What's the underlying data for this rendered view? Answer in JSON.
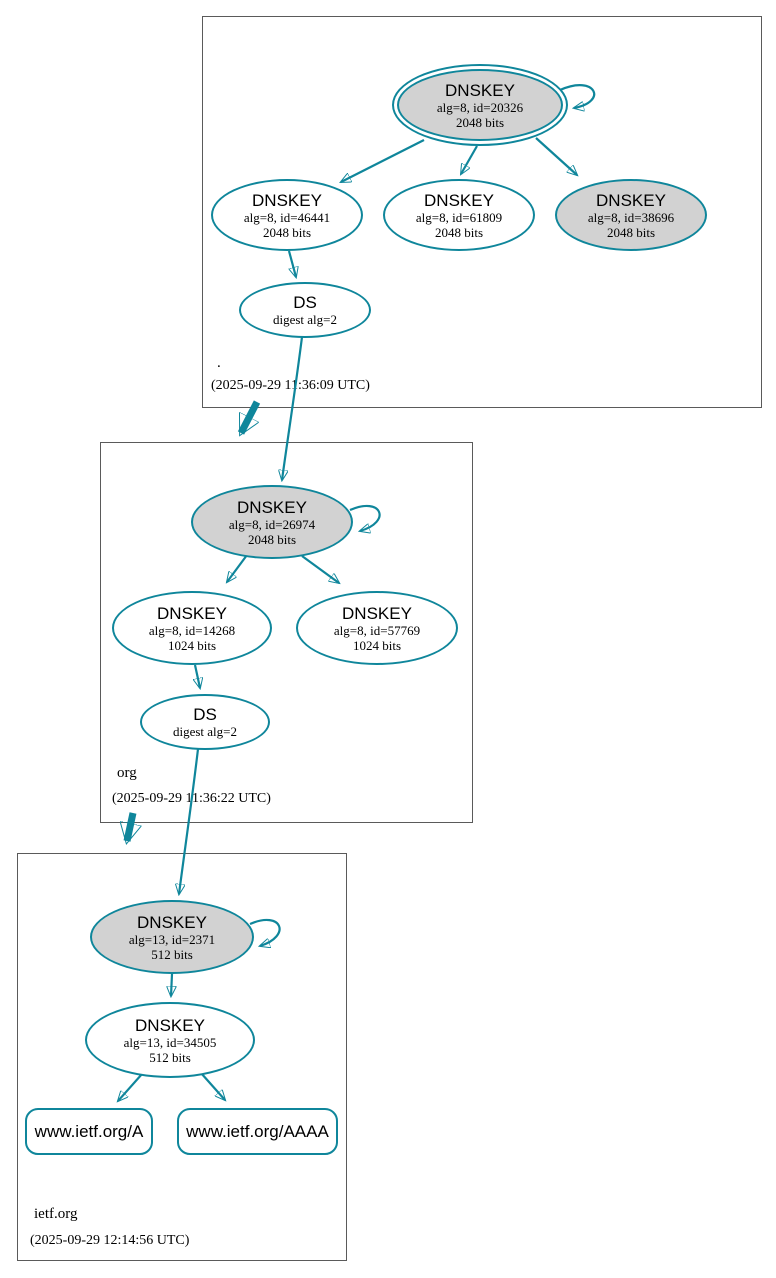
{
  "colors": {
    "edge": "#0F869B",
    "node-fill": "#D2D2D2",
    "box-border": "#5A5A5A",
    "background": "#FFFFFF"
  },
  "zones": [
    {
      "name": ".",
      "timestamp": "(2025-09-29 11:36:09 UTC)",
      "nodes": {
        "ksk": {
          "title": "DNSKEY",
          "alg": "alg=8, id=20326",
          "bits": "2048 bits"
        },
        "zsk1": {
          "title": "DNSKEY",
          "alg": "alg=8, id=46441",
          "bits": "2048 bits"
        },
        "zsk2": {
          "title": "DNSKEY",
          "alg": "alg=8, id=61809",
          "bits": "2048 bits"
        },
        "zsk3": {
          "title": "DNSKEY",
          "alg": "alg=8, id=38696",
          "bits": "2048 bits"
        },
        "ds": {
          "title": "DS",
          "digest": "digest alg=2"
        }
      }
    },
    {
      "name": "org",
      "timestamp": "(2025-09-29 11:36:22 UTC)",
      "nodes": {
        "ksk": {
          "title": "DNSKEY",
          "alg": "alg=8, id=26974",
          "bits": "2048 bits"
        },
        "zsk1": {
          "title": "DNSKEY",
          "alg": "alg=8, id=14268",
          "bits": "1024 bits"
        },
        "zsk2": {
          "title": "DNSKEY",
          "alg": "alg=8, id=57769",
          "bits": "1024 bits"
        },
        "ds": {
          "title": "DS",
          "digest": "digest alg=2"
        }
      }
    },
    {
      "name": "ietf.org",
      "timestamp": "(2025-09-29 12:14:56 UTC)",
      "nodes": {
        "ksk": {
          "title": "DNSKEY",
          "alg": "alg=13, id=2371",
          "bits": "512 bits"
        },
        "zsk1": {
          "title": "DNSKEY",
          "alg": "alg=13, id=34505",
          "bits": "512 bits"
        },
        "rrset_a": {
          "label": "www.ietf.org/A"
        },
        "rrset_aaaa": {
          "label": "www.ietf.org/AAAA"
        }
      }
    }
  ]
}
